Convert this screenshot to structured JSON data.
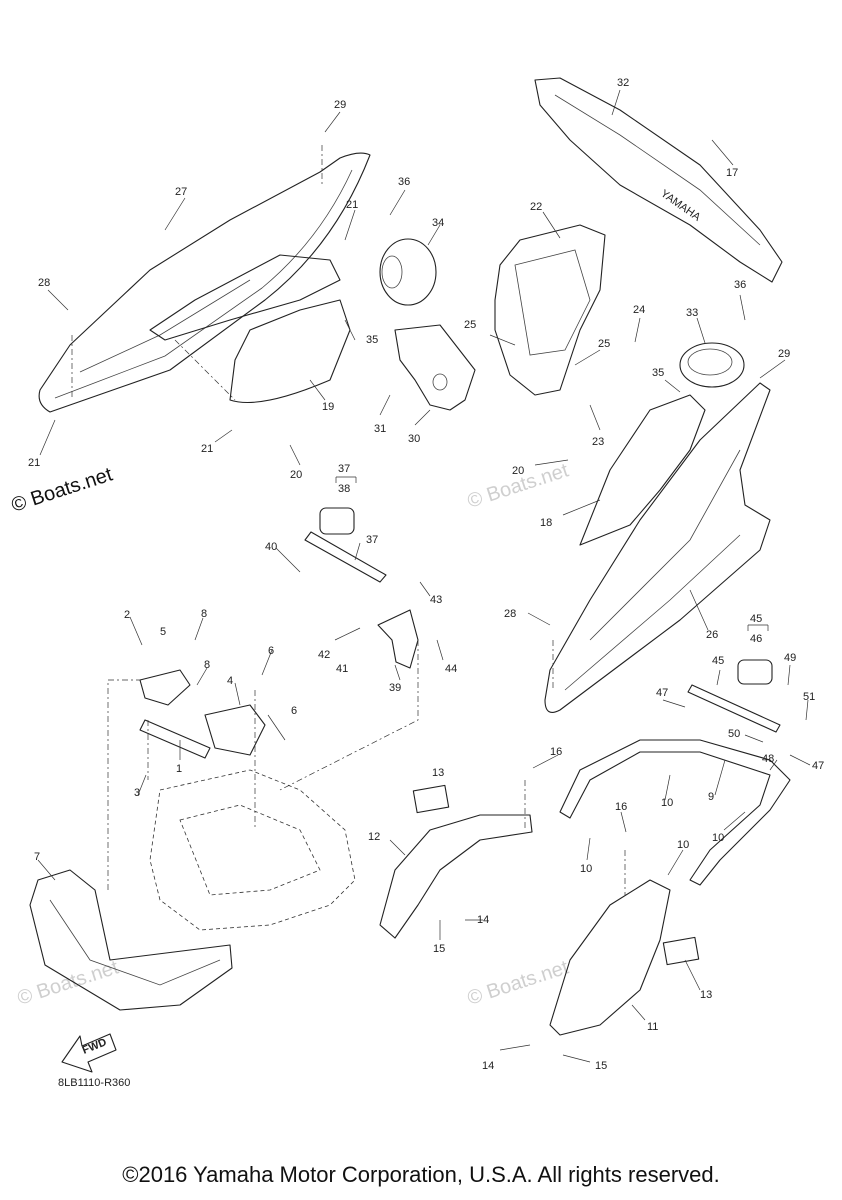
{
  "diagram_code": "8LB1110-R360",
  "copyright": "©2016 Yamaha Motor Corporation, U.S.A. All rights reserved.",
  "watermark": "© Boats.net",
  "direction_label": "FWD",
  "cover_lettering": "YAMAHA",
  "callouts": {
    "c1": "1",
    "c2": "2",
    "c3": "3",
    "c4": "4",
    "c5": "5",
    "c6a": "6",
    "c6b": "6",
    "c7": "7",
    "c8a": "8",
    "c8b": "8",
    "c9": "9",
    "c10a": "10",
    "c10b": "10",
    "c10c": "10",
    "c10d": "10",
    "c11": "11",
    "c12": "12",
    "c13a": "13",
    "c13b": "13",
    "c14a": "14",
    "c14b": "14",
    "c15a": "15",
    "c15b": "15",
    "c16a": "16",
    "c16b": "16",
    "c17": "17",
    "c18": "18",
    "c19": "19",
    "c20a": "20",
    "c20b": "20",
    "c21a": "21",
    "c21b": "21",
    "c21c": "21",
    "c22": "22",
    "c23": "23",
    "c24": "24",
    "c25a": "25",
    "c25b": "25",
    "c26": "26",
    "c27": "27",
    "c28a": "28",
    "c28b": "28",
    "c29a": "29",
    "c29b": "29",
    "c30": "30",
    "c31": "31",
    "c32": "32",
    "c33": "33",
    "c34": "34",
    "c35a": "35",
    "c35b": "35",
    "c36a": "36",
    "c36b": "36",
    "c37a": "37",
    "c37b": "37",
    "c38": "38",
    "c39": "39",
    "c40": "40",
    "c41": "41",
    "c42": "42",
    "c43": "43",
    "c44": "44",
    "c45a": "45",
    "c45b": "45",
    "c46": "46",
    "c47a": "47",
    "c47b": "47",
    "c48": "48",
    "c49": "49",
    "c50": "50",
    "c51": "51"
  }
}
